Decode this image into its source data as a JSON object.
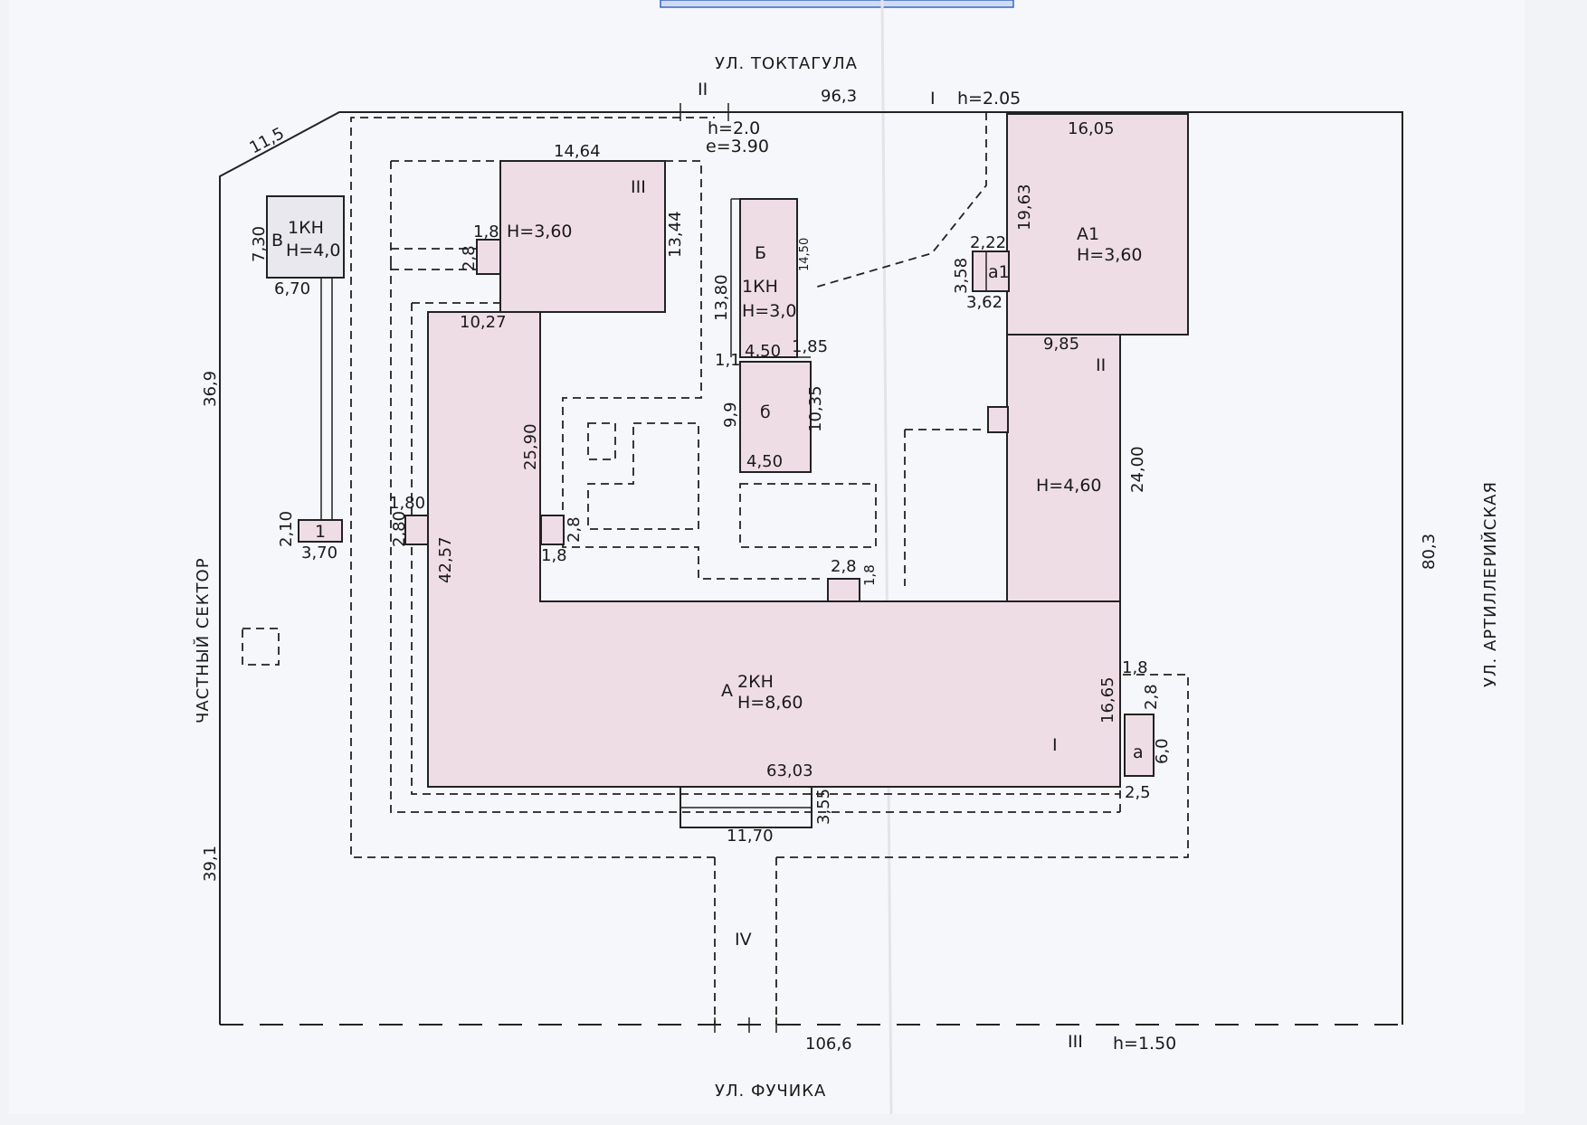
{
  "streets": {
    "top": "УЛ. ТОКТАГУЛА",
    "bottom": "УЛ. ФУЧИКА",
    "right": "УЛ. АРТИЛЛЕРИЙСКАЯ",
    "left": "ЧАСТНЫЙ СЕКТОР"
  },
  "boundary": {
    "top_length": "96,3",
    "corner": "11,5",
    "left_upper": "36,9",
    "left_lower": "39,1",
    "right": "80,3",
    "bottom": "106,6"
  },
  "sections": {
    "i_label": "I",
    "i_height": "h=2.05",
    "ii_label": "II",
    "ii_height": "h=2.0",
    "ii_e": "e=3.90",
    "iii_label": "III",
    "iii_height": "h=1.50",
    "iv_label": "IV"
  },
  "buildings": {
    "A": {
      "letter": "A",
      "type": "2КН",
      "height": "H=8,60",
      "length": "63,03",
      "depth_left": "42,57",
      "inner": "25,90",
      "roman": "I"
    },
    "A1": {
      "letter": "A1",
      "height": "H=3,60",
      "width": "16,05",
      "depth": "19,63"
    },
    "a1": {
      "letter": "a1",
      "w1": "2,22",
      "w2": "3,62",
      "h": "3,58"
    },
    "II_wing": {
      "roman": "II",
      "width": "9,85",
      "height": "H=4,60",
      "depth": "24,00"
    },
    "III_wing": {
      "roman": "III",
      "height": "H=3,60",
      "width": "14,64",
      "depth": "13,44",
      "bottom": "10,27",
      "porch_w": "1,8",
      "porch_h": "2,8"
    },
    "B_big": {
      "letter": "Б",
      "type": "1КН",
      "height": "H=3,0",
      "depth": "13,80",
      "side": "14,50",
      "width": "4,50",
      "offset": "1,1"
    },
    "b_small": {
      "letter": "б",
      "depth": "9,9",
      "depth2": "10,35",
      "width_top": "4,50",
      "width_bottom": "4,50",
      "step": "1,85"
    },
    "V": {
      "letter": "В",
      "type": "1КН",
      "height": "H=4,0",
      "depth": "7,30",
      "width": "6,70"
    },
    "one": {
      "letter": "1",
      "depth": "2,10",
      "width": "3,70"
    },
    "a_small": {
      "letter": "а",
      "depth": "16,65",
      "w": "1,8",
      "h": "2,8",
      "len": "6,0",
      "bottom": "2,5"
    },
    "entrance": {
      "width": "11,70",
      "depth": "3,55"
    },
    "porch_left": {
      "w": "1,80",
      "h": "2,80"
    },
    "porch_inner": {
      "w": "1,8",
      "h": "2,8"
    },
    "porch_mid": {
      "w": "2,8",
      "h": "1,8"
    }
  }
}
